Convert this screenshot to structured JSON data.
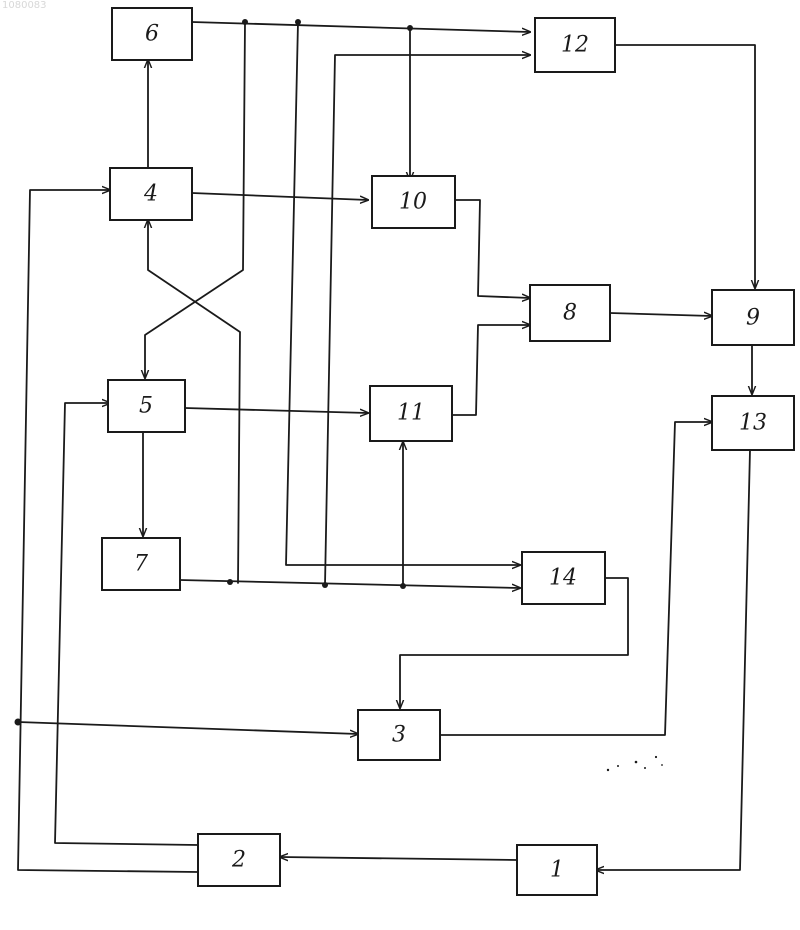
{
  "doc_number": "1080083",
  "diagram": {
    "blocks": {
      "b1": "1",
      "b2": "2",
      "b3": "3",
      "b4": "4",
      "b5": "5",
      "b6": "6",
      "b7": "7",
      "b8": "8",
      "b9": "9",
      "b10": "10",
      "b11": "11",
      "b12": "12",
      "b13": "13",
      "b14": "14"
    },
    "colors": {
      "ink": "#1a1a1a",
      "paper": "#ffffff"
    }
  }
}
